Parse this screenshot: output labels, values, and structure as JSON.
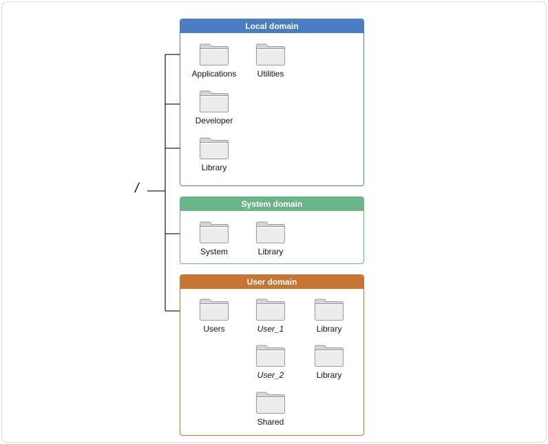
{
  "root": {
    "label": "/"
  },
  "domains": {
    "local": {
      "title": "Local domain",
      "color": "#4a7cc4"
    },
    "system": {
      "title": "System domain",
      "color": "#6ab48a"
    },
    "user": {
      "title": "User domain",
      "color": "#c87432"
    }
  },
  "folders": {
    "applications": "Applications",
    "utilities": "Utilities",
    "developer": "Developer",
    "local_library": "Library",
    "system": "System",
    "system_library": "Library",
    "users": "Users",
    "user_1": "User_1",
    "user_1_library": "Library",
    "user_2": "User_2",
    "user_2_library": "Library",
    "shared": "Shared"
  }
}
